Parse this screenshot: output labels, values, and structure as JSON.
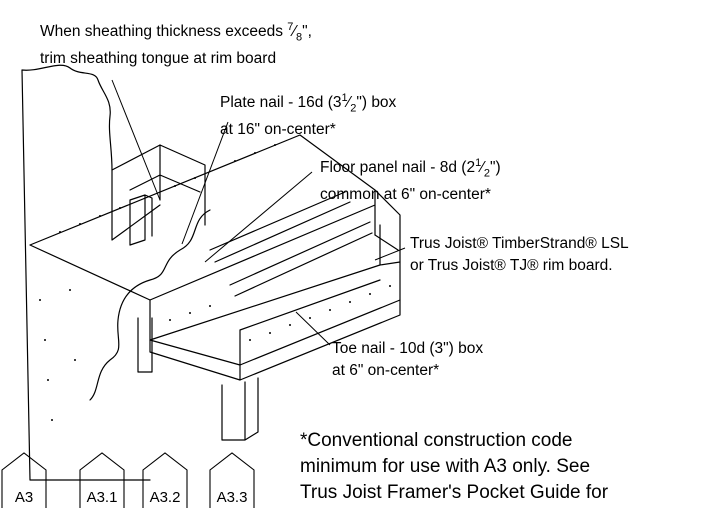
{
  "callouts": {
    "sheathing": {
      "line1_a": "When sheathing thickness exceeds ",
      "frac_num": "7",
      "frac_den": "8",
      "line1_b": "\",",
      "line2": "trim sheathing tongue at rim board"
    },
    "plate_nail": {
      "line1_a": "Plate nail - 16d (3",
      "frac_num": "1",
      "frac_den": "2",
      "line1_b": "\") box",
      "line2": "at 16\" on-center*"
    },
    "floor_panel_nail": {
      "line1_a": "Floor panel nail - 8d (2",
      "frac_num": "1",
      "frac_den": "2",
      "line1_b": "\")",
      "line2": "common at 6\" on-center*"
    },
    "rim_board": {
      "line1": "Trus Joist® TimberStrand® LSL",
      "line2": "or Trus Joist® TJ® rim board."
    },
    "toe_nail": {
      "line1": "Toe nail - 10d (3\") box",
      "line2": "at 6\" on-center*"
    }
  },
  "note": {
    "line1": "*Conventional construction code",
    "line2": "minimum for use with A3 only. See",
    "line3": "Trus Joist Framer's Pocket Guide for"
  },
  "detail_tags": [
    "A3",
    "A3.1",
    "A3.2",
    "A3.3"
  ]
}
